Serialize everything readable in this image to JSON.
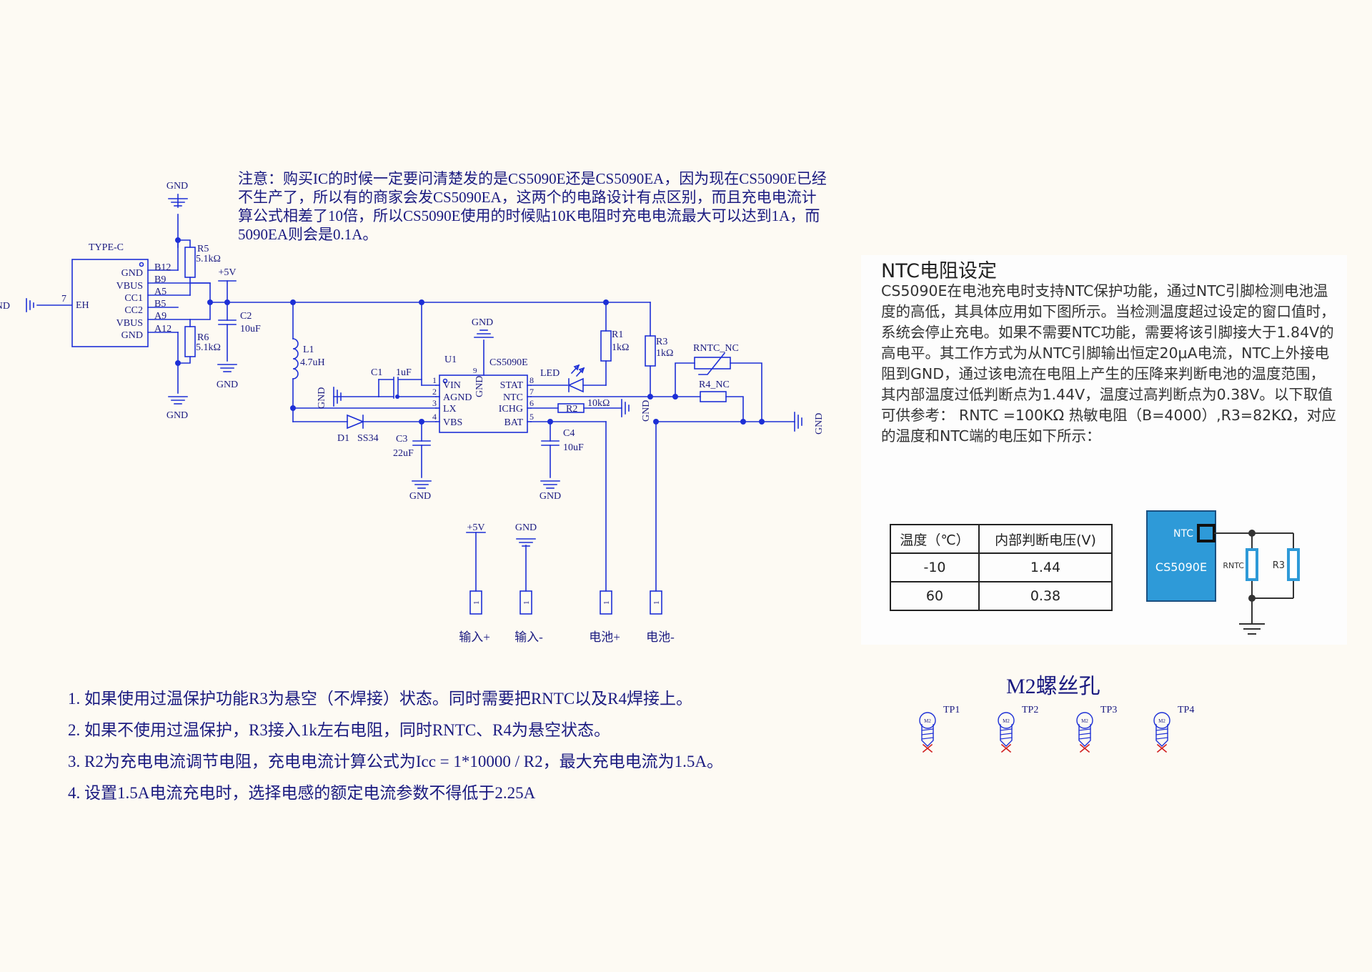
{
  "labels": {
    "gnd": "GND",
    "p5v": "+5V",
    "type_c": "TYPE-C",
    "eh": "EH",
    "pin7": "7",
    "pin1": "1",
    "tc_pins": [
      "GND",
      "VBUS",
      "CC1",
      "CC2",
      "VBUS",
      "GND"
    ],
    "tc_nums": [
      "B12",
      "B9",
      "A5",
      "B5",
      "A9",
      "A12"
    ],
    "r5": "R5",
    "r5v": "5.1kΩ",
    "r6": "R6",
    "r6v": "5.1kΩ",
    "c2": "C2",
    "c2v": "10uF",
    "l1": "L1",
    "l1v": "4.7uH",
    "c1": "C1",
    "c1v": "1uF",
    "u1": "U1",
    "u1v": "CS5090E",
    "u1_left": [
      "VIN",
      "AGND",
      "LX",
      "VBS"
    ],
    "u1_right": [
      "STAT",
      "NTC",
      "ICHG",
      "BAT"
    ],
    "u1_lnums": [
      "1",
      "2",
      "3",
      "4"
    ],
    "u1_rnums": [
      "8",
      "7",
      "6",
      "5"
    ],
    "u1_gnd": "GND",
    "u1_pin9": "9",
    "led": "LED",
    "r1": "R1",
    "r1v": "1kΩ",
    "r3": "R3",
    "r3v": "1kΩ",
    "rntc": "RNTC_NC",
    "r4": "R4_NC",
    "r2": "R2",
    "r2v": "10kΩ",
    "d1": "D1",
    "d1v": "SS34",
    "c3": "C3",
    "c3v": "22uF",
    "c4": "C4",
    "c4v": "10uF",
    "conn_in_p": "输入+",
    "conn_in_n": "输入-",
    "conn_bat_p": "电池+",
    "conn_bat_n": "电池-",
    "tp": [
      "TP1",
      "TP2",
      "TP3",
      "TP4"
    ],
    "m2": "M2"
  },
  "note": "注意：购买IC的时候一定要问清楚发的是CS5090E还是CS5090EA，因为现在CS5090E已经不生产了，所以有的商家会发CS5090EA，这两个的电路设计有点区别，而且充电电流计算公式相差了10倍，所以CS5090E使用的时候贴10K电阻时充电电流最大可以达到1A，而5090EA则会是0.1A。",
  "notes": [
    "1. 如果使用过温保护功能R3为悬空（不焊接）状态。同时需要把RNTC以及R4焊接上。",
    "2. 如果不使用过温保护，R3接入1k左右电阻，同时RNTC、R4为悬空状态。",
    "3. R2为充电电流调节电阻，充电电流计算公式为Icc = 1*10000 / R2，最大充电电流为1.5A。",
    "4. 设置1.5A电流充电时，选择电感的额定电流参数不得低于2.25A"
  ],
  "ntc": {
    "title": "NTC电阻设定",
    "text": "CS5090E在电池充电时支持NTC保护功能，通过NTC引脚检测电池温度的高低，其具体应用如下图所示。当检测温度超过设定的窗口值时， 系统会停止充电。如果不需要NTC功能，需要将该引脚接大于1.84V的高电平。其工作方式为从NTC引脚输出恒定20μA电流，NTC上外接电阻到GND，通过该电流在电阻上产生的压降来判断电池的温度范围，其内部温度过低判断点为1.44V，温度过高判断点为0.38V。以下取值可供参考： RNTC =100KΩ 热敏电阻（B=4000）,R3=82KΩ，对应的温度和NTC端的电压如下所示：",
    "table_header": [
      "温度（℃）",
      "内部判断电压(V)"
    ],
    "table_rows": [
      [
        "-10",
        "1.44"
      ],
      [
        "60",
        "0.38"
      ]
    ],
    "chip_pin": "NTC",
    "chip_name": "CS5090E",
    "rntc": "RNTC",
    "r3": "R3"
  },
  "m2_title": "M2螺丝孔",
  "colors": {
    "wire": "#1d2fd6",
    "text": "#1a1a80",
    "chip": "#2e9ad8"
  }
}
